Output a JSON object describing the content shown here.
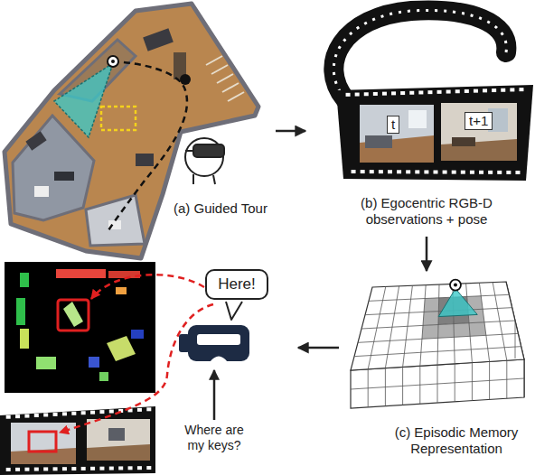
{
  "diagram": {
    "nodes": [
      {
        "text": [
          "(a) Guided Tour"
        ]
      },
      {
        "text": [
          "(b) Egocentric RGB-D observations + pose"
        ]
      },
      {
        "text": [
          "t"
        ],
        "in": 1
      },
      {
        "text": [
          "t+1"
        ],
        "in": 1
      },
      {
        "text": [
          "(c) Episodic Memory Representation"
        ]
      },
      {
        "text": [
          "Where are my keys?"
        ]
      },
      {
        "text": [
          "Here!"
        ]
      }
    ],
    "edges": [
      {
        "from": 0,
        "to": 1,
        "arrow": "to"
      },
      {
        "from": 1,
        "to": 4,
        "arrow": "to"
      },
      {
        "from": 4,
        "to": 5,
        "arrow": "to"
      }
    ]
  }
}
